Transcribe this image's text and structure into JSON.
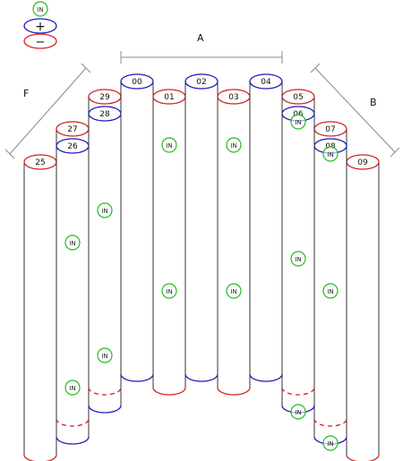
{
  "colors": {
    "positive": "#1a1ab4",
    "negative": "#d42020",
    "in_marker": "#22bb22",
    "outline": "#333333",
    "dimension": "#888888"
  },
  "legend": {
    "in_label": "IN",
    "plus_label": "+",
    "minus_label": "−"
  },
  "dimensions": {
    "a_label": "A",
    "b_label": "B",
    "f_label": "F"
  },
  "columns": [
    {
      "id": "00",
      "top_polarity": "positive",
      "bottom_polarity": "positive"
    },
    {
      "id": "01",
      "top_polarity": "negative",
      "bottom_polarity": "negative"
    },
    {
      "id": "02",
      "top_polarity": "positive",
      "bottom_polarity": "positive"
    },
    {
      "id": "03",
      "top_polarity": "negative",
      "bottom_polarity": "negative"
    },
    {
      "id": "04",
      "top_polarity": "positive",
      "bottom_polarity": "positive"
    },
    {
      "id": "05",
      "top_polarity": "negative",
      "bottom_polarity": "negative",
      "sub_id": "06",
      "sub_polarity": "positive"
    },
    {
      "id": "07",
      "top_polarity": "negative",
      "bottom_polarity": "negative",
      "sub_id": "08",
      "sub_polarity": "positive"
    },
    {
      "id": "09",
      "top_polarity": "negative",
      "bottom_polarity": "negative"
    },
    {
      "id": "29",
      "top_polarity": "negative",
      "bottom_polarity": "negative",
      "sub_id": "28",
      "sub_polarity": "positive"
    },
    {
      "id": "27",
      "top_polarity": "negative",
      "bottom_polarity": "negative",
      "sub_id": "26",
      "sub_polarity": "positive"
    },
    {
      "id": "25",
      "top_polarity": "negative",
      "bottom_polarity": "negative"
    }
  ]
}
